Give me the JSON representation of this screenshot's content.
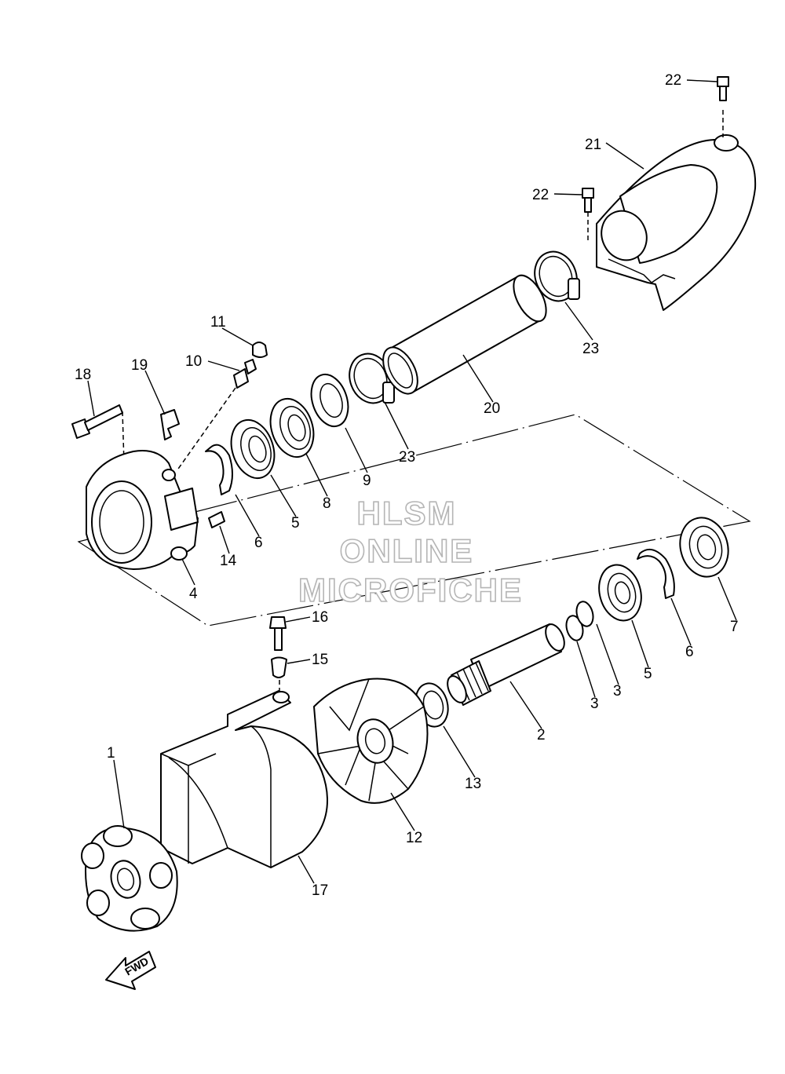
{
  "callouts": {
    "c1": "1",
    "c2": "2",
    "c3a": "3",
    "c3b": "3",
    "c4": "4",
    "c5a": "5",
    "c5b": "5",
    "c6a": "6",
    "c6b": "6",
    "c7": "7",
    "c8": "8",
    "c9": "9",
    "c10": "10",
    "c11": "11",
    "c12": "12",
    "c13": "13",
    "c14": "14",
    "c15": "15",
    "c16": "16",
    "c17": "17",
    "c18": "18",
    "c19": "19",
    "c20": "20",
    "c21": "21",
    "c22a": "22",
    "c22b": "22",
    "c23a": "23",
    "c23b": "23"
  },
  "watermark": {
    "line1": "HLSM",
    "line2": "ONLINE",
    "line3": "MICROFICHE"
  },
  "direction_arrow": "FWD",
  "colors": {
    "line": "#000000",
    "background": "#ffffff",
    "watermark_outline": "#b5b5b5"
  }
}
